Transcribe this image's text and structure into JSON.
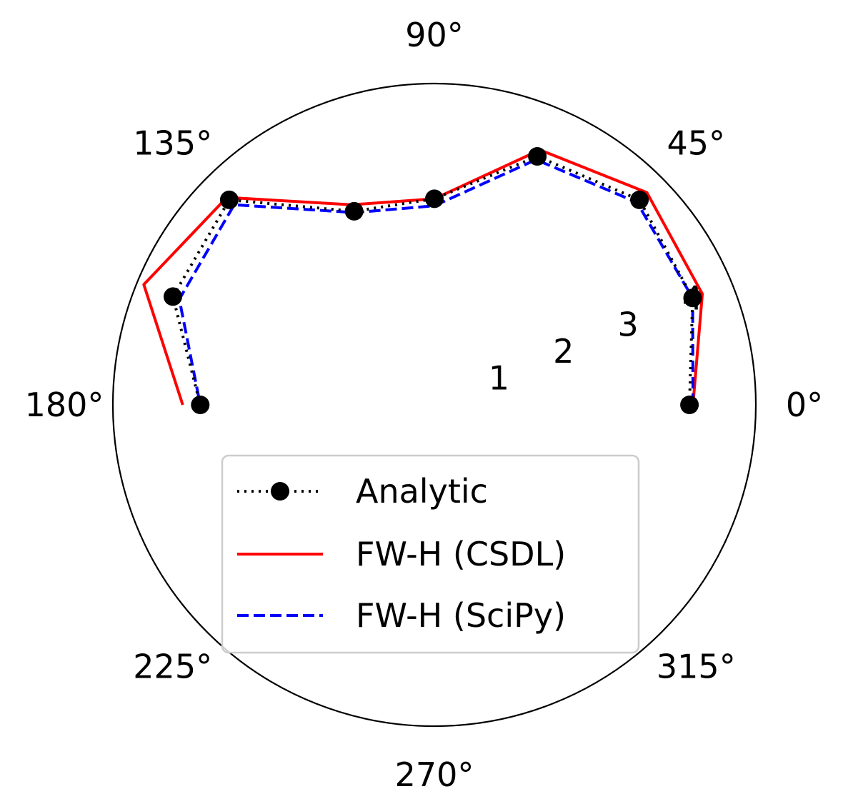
{
  "chart_data": {
    "type": "line",
    "projection": "polar",
    "theta_unit": "degrees",
    "theta_tick_labels": [
      "0°",
      "45°",
      "90°",
      "135°",
      "180°",
      "225°",
      "270°",
      "315°"
    ],
    "r_tick_labels": [
      "1",
      "2",
      "3",
      "4"
    ],
    "r_label_angle": 22.5,
    "rlim": [
      0,
      4.6
    ],
    "grid": false,
    "legend_position": "lower center",
    "series": [
      {
        "name": "Analytic",
        "color": "#000000",
        "linestyle": "dotted",
        "marker": "circle",
        "theta": [
          0,
          22.5,
          45,
          67.5,
          90,
          112.5,
          135,
          157.5,
          180
        ],
        "r": [
          3.65,
          4.0,
          4.15,
          3.85,
          2.95,
          3.0,
          4.15,
          4.05,
          3.35
        ]
      },
      {
        "name": "FW-H (CSDL)",
        "color": "#ff0000",
        "linestyle": "solid",
        "marker": "none",
        "theta": [
          0,
          22.5,
          45,
          67.5,
          90,
          112.5,
          135,
          157.5,
          180
        ],
        "r": [
          3.7,
          4.15,
          4.3,
          3.95,
          2.95,
          3.1,
          4.2,
          4.5,
          3.6
        ]
      },
      {
        "name": "FW-H (SciPy)",
        "color": "#0000ff",
        "linestyle": "dashed",
        "marker": "none",
        "theta": [
          0,
          22.5,
          45,
          67.5,
          90,
          112.5,
          135,
          157.5,
          180
        ],
        "r": [
          3.7,
          4.0,
          4.1,
          3.8,
          2.85,
          2.98,
          4.05,
          3.95,
          3.35
        ]
      }
    ]
  }
}
